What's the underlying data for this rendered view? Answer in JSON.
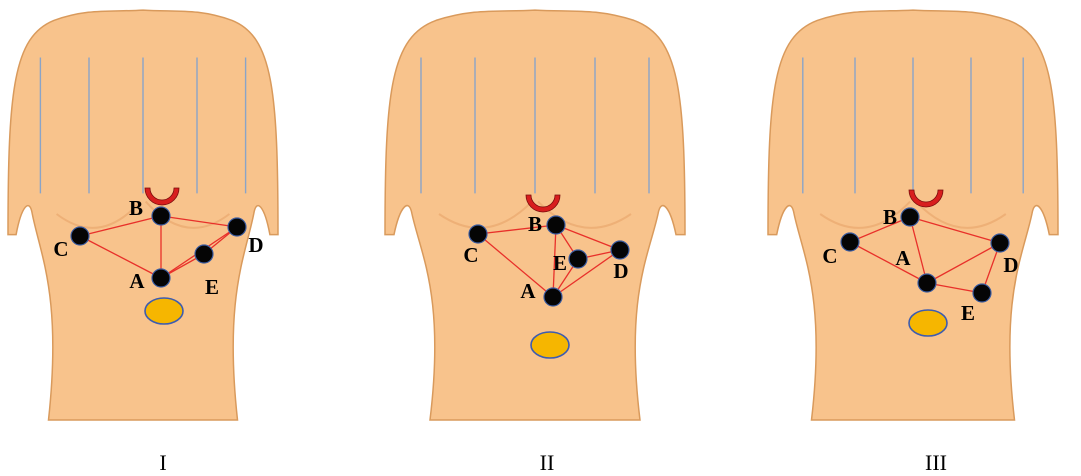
{
  "colors": {
    "skin": "#f8c38c",
    "skin_outline": "#d99a5c",
    "skin_shadow": "#eeb077",
    "strap": "#8aa4c8",
    "electrode": "#050505",
    "electrode_ring": "#3a5ba0",
    "edge": "#e8302a",
    "navel_fill": "#f6b600",
    "navel_ring": "#3d5cb0",
    "sternal_notch": "#d81e1e"
  },
  "figures": [
    {
      "caption": "I",
      "electrodes": [
        {
          "id": "A",
          "label": "A"
        },
        {
          "id": "B",
          "label": "B"
        },
        {
          "id": "C",
          "label": "C"
        },
        {
          "id": "D",
          "label": "D"
        },
        {
          "id": "E",
          "label": "E"
        }
      ],
      "edges": [
        [
          "C",
          "B"
        ],
        [
          "B",
          "D"
        ],
        [
          "C",
          "A"
        ],
        [
          "B",
          "A"
        ],
        [
          "A",
          "D"
        ],
        [
          "A",
          "E"
        ],
        [
          "E",
          "D"
        ]
      ]
    },
    {
      "caption": "II",
      "electrodes": [
        {
          "id": "A",
          "label": "A"
        },
        {
          "id": "B",
          "label": "B"
        },
        {
          "id": "C",
          "label": "C"
        },
        {
          "id": "D",
          "label": "D"
        },
        {
          "id": "E",
          "label": "E"
        }
      ],
      "edges": [
        [
          "C",
          "B"
        ],
        [
          "C",
          "A"
        ],
        [
          "B",
          "A"
        ],
        [
          "B",
          "E"
        ],
        [
          "B",
          "D"
        ],
        [
          "E",
          "D"
        ],
        [
          "A",
          "E"
        ],
        [
          "A",
          "D"
        ]
      ]
    },
    {
      "caption": "III",
      "electrodes": [
        {
          "id": "A",
          "label": "A"
        },
        {
          "id": "B",
          "label": "B"
        },
        {
          "id": "C",
          "label": "C"
        },
        {
          "id": "D",
          "label": "D"
        },
        {
          "id": "E",
          "label": "E"
        }
      ],
      "edges": [
        [
          "C",
          "B"
        ],
        [
          "C",
          "A"
        ],
        [
          "B",
          "A"
        ],
        [
          "B",
          "D"
        ],
        [
          "A",
          "D"
        ],
        [
          "A",
          "E"
        ],
        [
          "E",
          "D"
        ]
      ]
    }
  ]
}
